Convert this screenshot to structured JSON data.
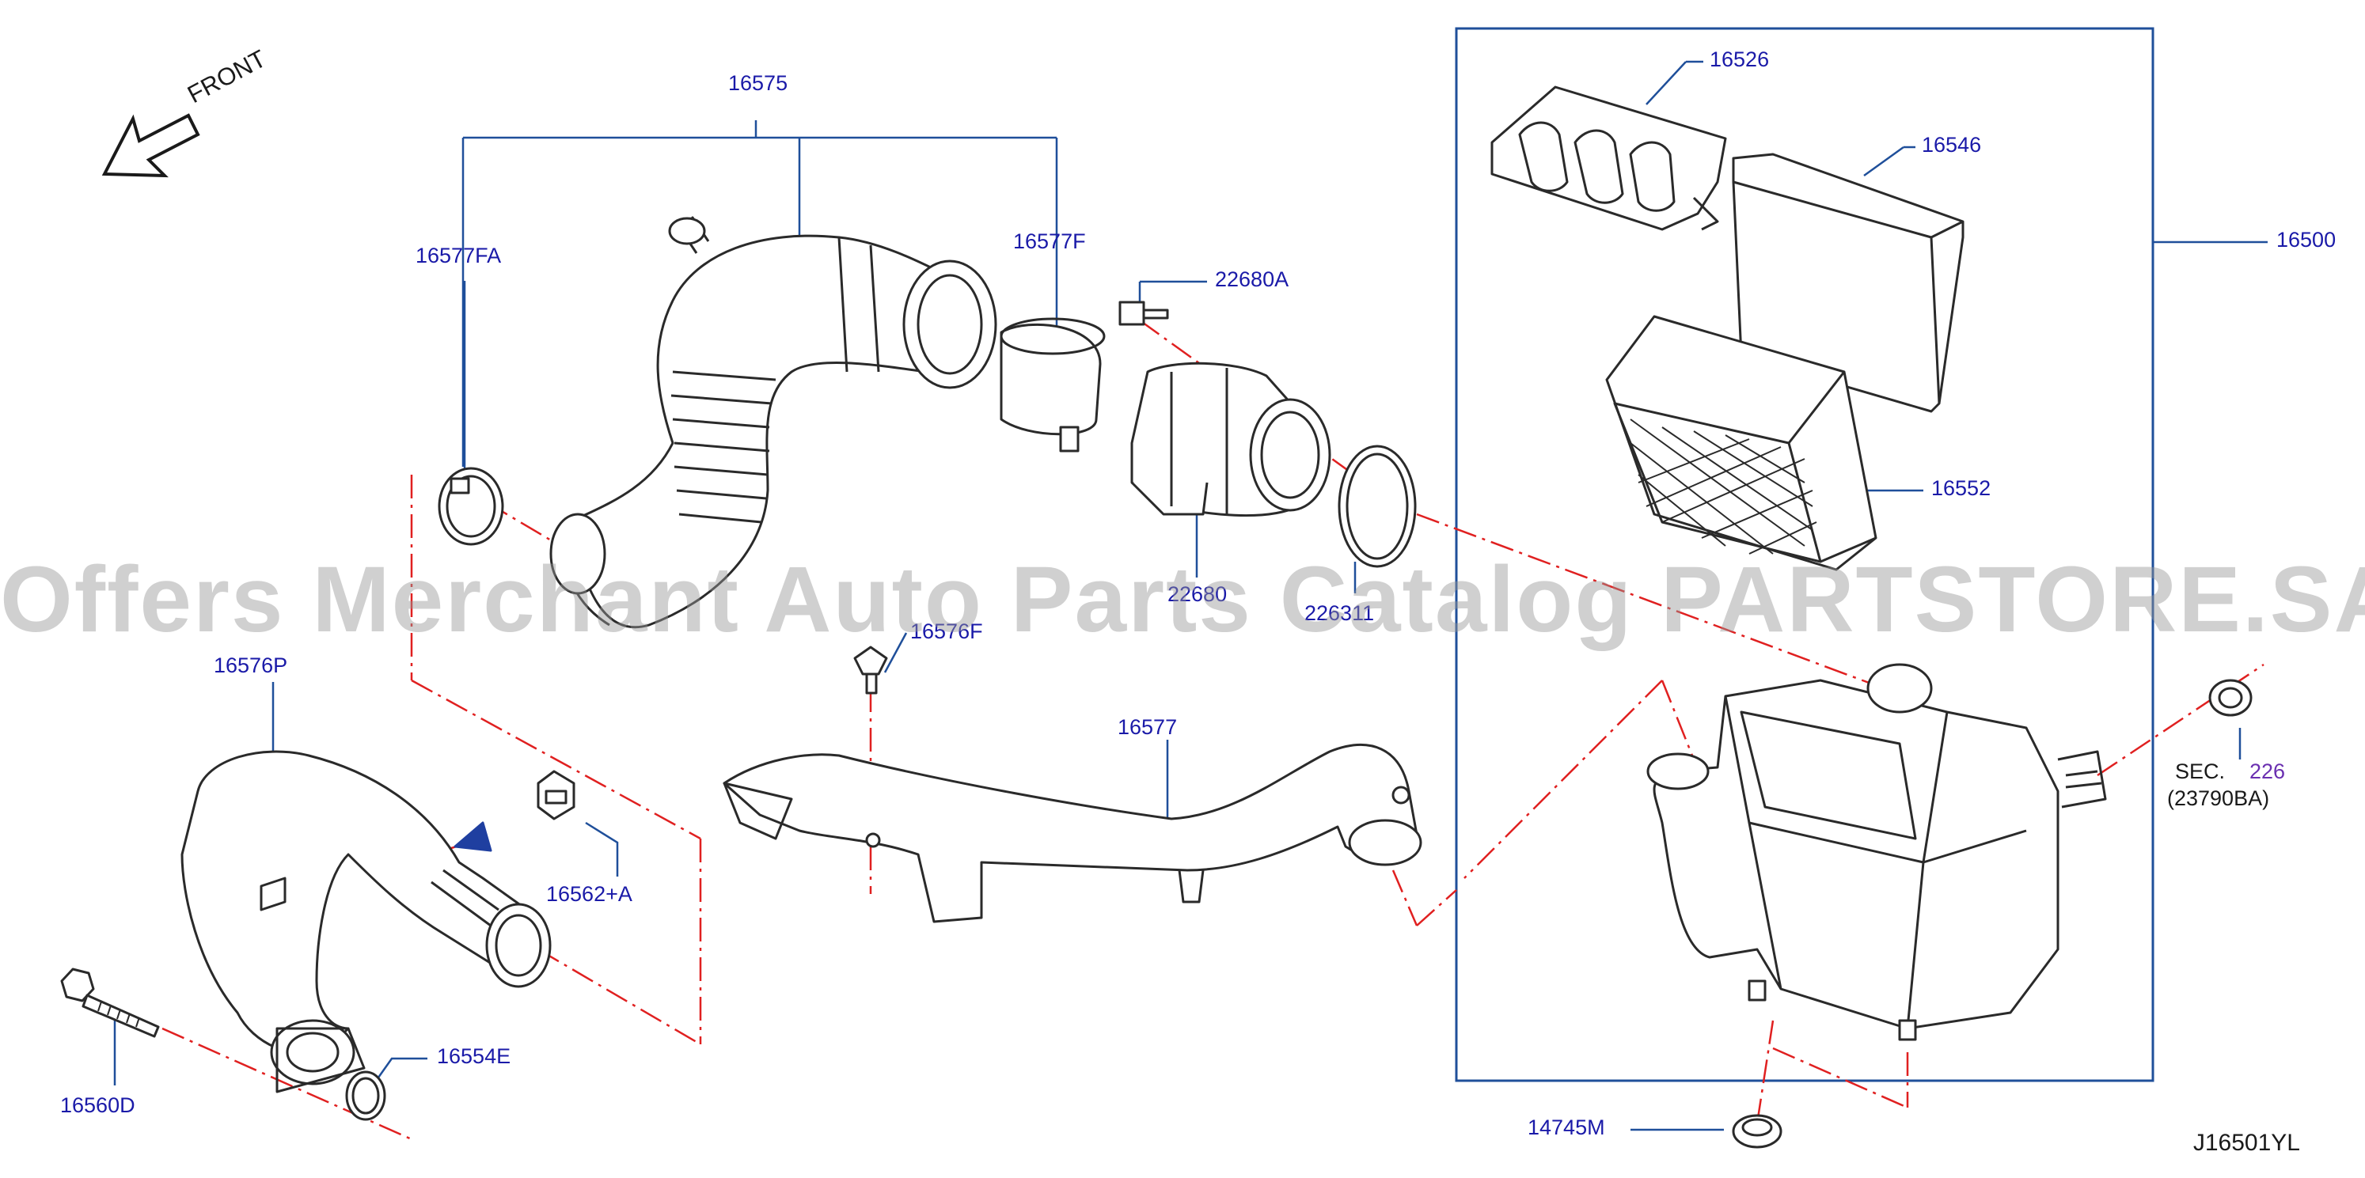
{
  "front_label": "FRONT",
  "watermark": "Offers Merchant Auto Parts Catalog PARTSTORE.SA",
  "diagram_id": "J16501YL",
  "labels": {
    "p16575": "16575",
    "p16577FA": "16577FA",
    "p16577F": "16577F",
    "p22680A": "22680A",
    "p22680": "22680",
    "p22631": "226311",
    "p16526": "16526",
    "p16546": "16546",
    "p16500": "16500",
    "p16552": "16552",
    "p16576F": "16576F",
    "p16576P": "16576P",
    "p16577": "16577",
    "p16562A": "16562+A",
    "p16560D": "16560D",
    "p16554E": "16554E",
    "p14745M": "14745M",
    "sec": "SEC.",
    "sec_num": "226",
    "sec_part": "(23790BA)"
  },
  "colors": {
    "label_blue": "#1a1aa8",
    "leader_line": "#1f4f9a",
    "dash_red": "#e02020",
    "part_stroke": "#2a2a2a",
    "box_border": "#1f4f9a"
  }
}
